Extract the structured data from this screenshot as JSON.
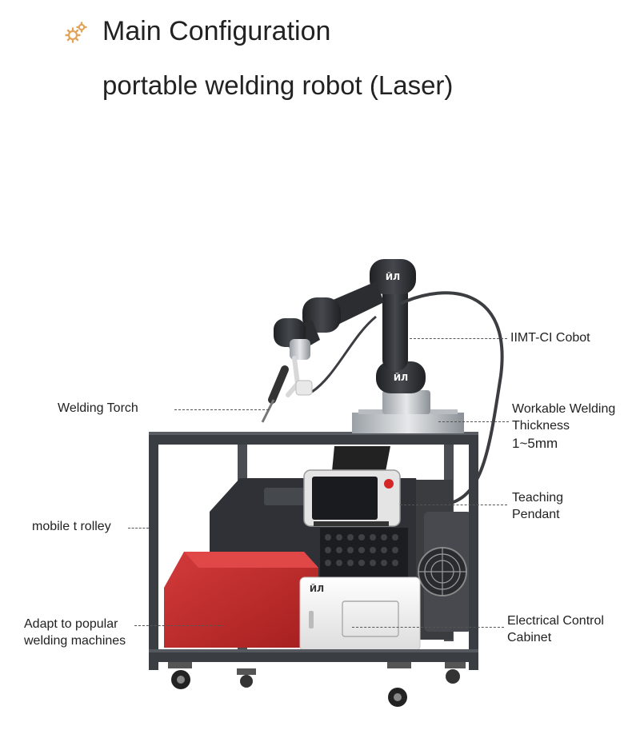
{
  "header": {
    "title": "Main Configuration",
    "subtitle": "portable welding robot (Laser)",
    "icon": "gears-icon",
    "accent_color": "#e0a45a"
  },
  "callouts": {
    "cobot": "IIMT-CI Cobot",
    "welding_torch": "Welding Torch",
    "thickness_line1": "Workable Welding",
    "thickness_line2": "Thickness",
    "thickness_value": "1~5mm",
    "pendant_line1": "Teaching",
    "pendant_line2": "Pendant",
    "trolley": "mobile t rolley",
    "adapt_line1": "Adapt to popular",
    "adapt_line2": "welding machines",
    "cabinet_line1": "Electrical Control",
    "cabinet_line2": "Cabinet"
  },
  "product": {
    "brand_mark": "ЙЛ",
    "colors": {
      "frame": "#3a3d42",
      "arm": "#2b2d31",
      "welder_red": "#c62a2a",
      "cabinet": "#f2f2f2",
      "base": "#2e3035"
    }
  }
}
